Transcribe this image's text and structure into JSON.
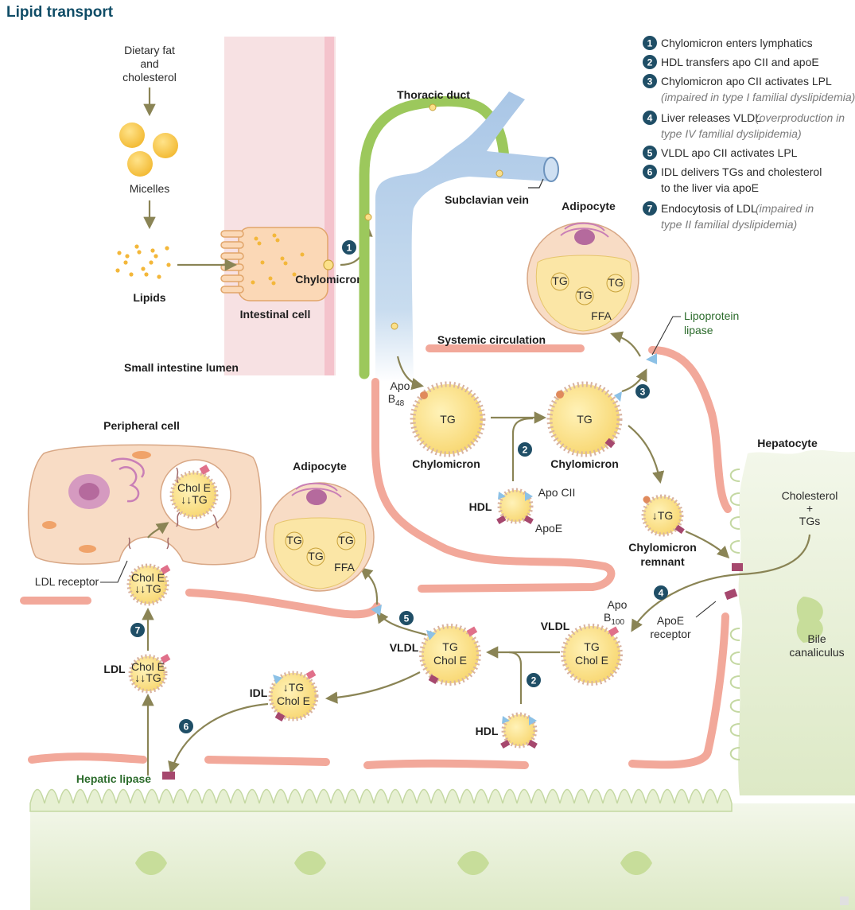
{
  "title": "Lipid transport",
  "colors": {
    "title": "#0f4c66",
    "arrow": "#8a8455",
    "vessel": "#f2a89a",
    "lymph": "#9cc85c",
    "vein": "#a9c6e6",
    "hepatocyte": "#dde9c6",
    "particle": "#fbe08a",
    "badge": "#1f4e66"
  },
  "legend": [
    {
      "num": "1",
      "text": "Chylomicron enters lymphatics",
      "note": "",
      "note2": ""
    },
    {
      "num": "2",
      "text": "HDL transfers apo CII and apoE",
      "note": "",
      "note2": ""
    },
    {
      "num": "3",
      "text": "Chylomicron apo CII activates LPL",
      "note": "(impaired in type I familial dyslipidemia)",
      "note2": ""
    },
    {
      "num": "4",
      "text": "Liver releases VLDL",
      "note": "(overproduction in",
      "note2": "type IV familial dyslipidemia)"
    },
    {
      "num": "5",
      "text": "VLDL  apo CII activates LPL",
      "note": "",
      "note2": ""
    },
    {
      "num": "6",
      "text": "IDL delivers TGs and cholesterol",
      "note": "to the liver via apoE",
      "note2": ""
    },
    {
      "num": "7",
      "text": "Endocytosis of LDL",
      "note": "(impaired in",
      "note2": "type II familial dyslipidemia)"
    }
  ],
  "labels": {
    "dietary1": "Dietary fat",
    "dietary2": "and",
    "dietary3": "cholesterol",
    "micelles": "Micelles",
    "lipids": "Lipids",
    "intestinal_cell": "Intestinal cell",
    "chylomicron_top": "Chylomicron",
    "small_intestine": "Small intestine lumen",
    "thoracic_duct": "Thoracic duct",
    "subclavian_vein": "Subclavian vein",
    "adipocyte_top": "Adipocyte",
    "lipoprotein_lipase1": "Lipoprotein",
    "lipoprotein_lipase2": "lipase",
    "systemic": "Systemic circulation",
    "apo": "Apo",
    "b48": "B",
    "b48sub": "48",
    "chylo1": "Chylomicron",
    "chylo2": "Chylomicron",
    "hdl": "HDL",
    "apo_cii": "Apo CII",
    "apoe": "ApoE",
    "remnant1": "Chylomicron",
    "remnant2": "remnant",
    "hepatocyte": "Hepatocyte",
    "chol_tg1": "Cholesterol",
    "chol_tg2": "+",
    "chol_tg3": "TGs",
    "peripheral": "Peripheral cell",
    "adipocyte_mid": "Adipocyte",
    "ldl_receptor": "LDL receptor",
    "vldl_left": "VLDL",
    "vldl_right": "VLDL",
    "apo_b100": "Apo",
    "b100": "B",
    "b100sub": "100",
    "apoe_receptor1": "ApoE",
    "apoe_receptor2": "receptor",
    "bile1": "Bile",
    "bile2": "canaliculus",
    "ldl": "LDL",
    "idl": "IDL",
    "hdl2": "HDL",
    "hepatic_lipase": "Hepatic lipase",
    "ffa": "FFA",
    "tg": "TG",
    "tg_down": "↓TG",
    "chol_e": "Chol E",
    "down_down_tg": "↓↓TG"
  }
}
